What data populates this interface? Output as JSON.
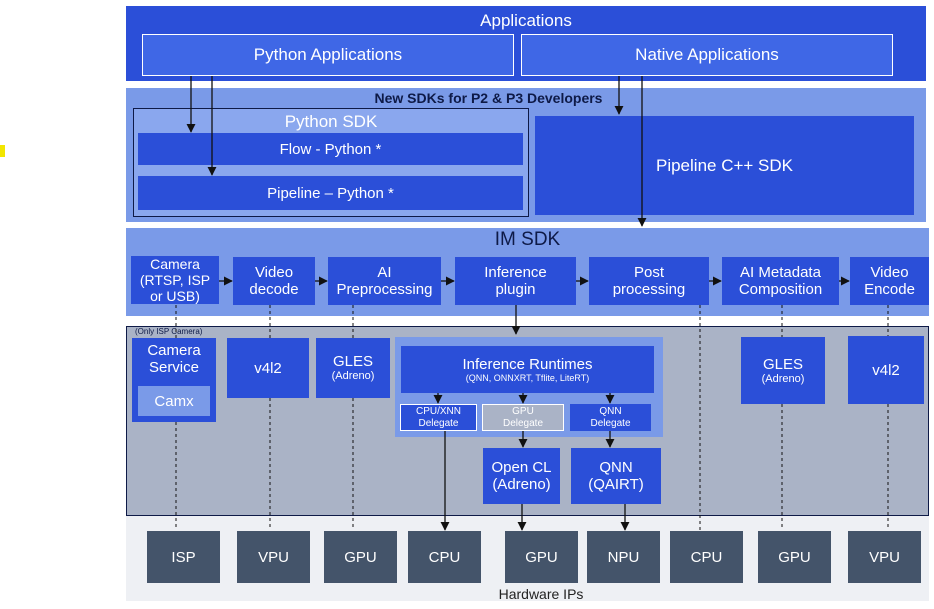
{
  "apps": {
    "title": "Applications",
    "python": "Python Applications",
    "native": "Native Applications"
  },
  "sdks": {
    "title": "New SDKs for P2 & P3 Developers",
    "python_sdk": "Python SDK",
    "flow_python": "Flow - Python *",
    "pipeline_python": "Pipeline – Python *",
    "pipeline_cpp": "Pipeline C++ SDK"
  },
  "im_sdk": {
    "title": "IM SDK",
    "stages": [
      {
        "label": "Camera\n(RTSP, ISP\nor USB)"
      },
      {
        "label": "Video\ndecode"
      },
      {
        "label": "AI\nPreprocessing"
      },
      {
        "label": "Inference\nplugin"
      },
      {
        "label": "Post\nprocessing"
      },
      {
        "label": "AI Metadata\nComposition"
      },
      {
        "label": "Video\nEncode"
      }
    ]
  },
  "services": {
    "only_isp_note": "(Only ISP Camera)",
    "camera_service": "Camera\nService",
    "camx": "Camx",
    "v4l2_left": "v4l2",
    "gles_left": "GLES",
    "gles_left_sub": "(Adreno)",
    "inference_runtimes": "Inference Runtimes",
    "inference_runtimes_sub": "(QNN, ONNXRT, Tflite, LiteRT)",
    "cpu_xnn_delegate": "CPU/XNN\nDelegate",
    "gpu_delegate": "GPU\nDelegate",
    "qnn_delegate": "QNN\nDelegate",
    "opencl": "Open CL\n(Adreno)",
    "qnn_qairt": "QNN\n(QAIRT)",
    "gles_right": "GLES",
    "gles_right_sub": "(Adreno)",
    "v4l2_right": "v4l2"
  },
  "hardware": {
    "title": "Hardware IPs",
    "items": [
      "ISP",
      "VPU",
      "GPU",
      "CPU",
      "GPU",
      "NPU",
      "CPU",
      "GPU",
      "VPU"
    ]
  },
  "colors": {
    "blue": "#2b4fd8",
    "light_blue_panel": "#7a9ae8",
    "grey_panel": "#aab3c6",
    "hw_box": "#44546a",
    "hw_bg": "#eef0f4"
  }
}
